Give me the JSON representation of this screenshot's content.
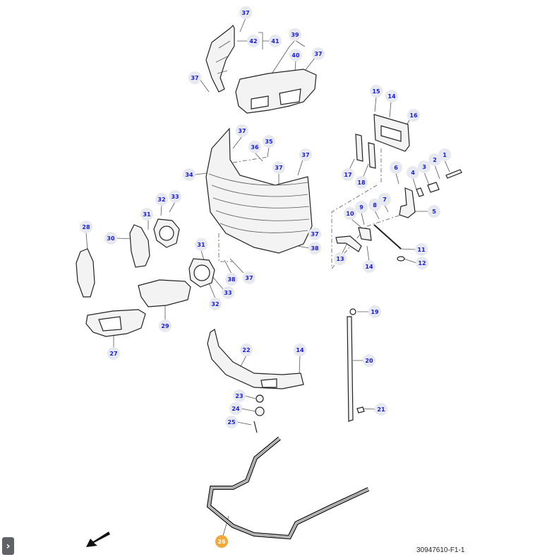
{
  "figure_id": "30947610-F1-1",
  "nav_toggle": "›",
  "callouts": [
    "37",
    "42",
    "41",
    "39",
    "40",
    "37",
    "37",
    "15",
    "14",
    "16",
    "17",
    "18",
    "6",
    "4",
    "3",
    "2",
    "1",
    "5",
    "7",
    "8",
    "9",
    "10",
    "11",
    "12",
    "13",
    "14",
    "37",
    "35",
    "36",
    "37",
    "37",
    "34",
    "32",
    "33",
    "31",
    "30",
    "28",
    "37",
    "38",
    "31",
    "38",
    "37",
    "33",
    "32",
    "29",
    "27",
    "19",
    "20",
    "21",
    "22",
    "14",
    "23",
    "24",
    "25",
    "26"
  ],
  "highlighted_callout": "26",
  "colors": {
    "callout_text": "#1a1adb",
    "callout_bg": "#e6e9f0",
    "highlight": "#f2a93b"
  }
}
